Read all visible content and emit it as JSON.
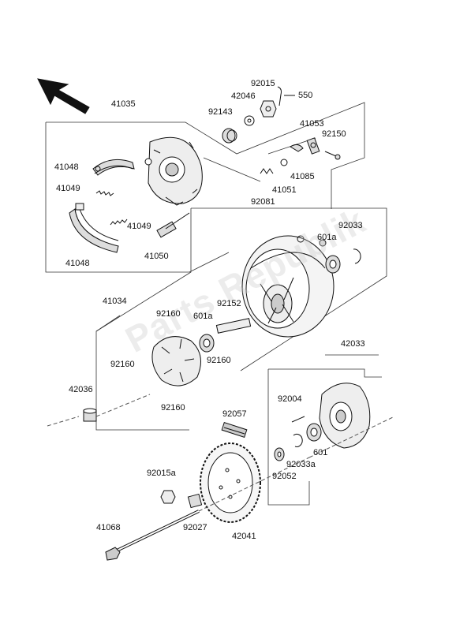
{
  "watermark": "Parts Republik",
  "labels": [
    {
      "id": "41035",
      "text": "41035"
    },
    {
      "id": "92015",
      "text": "92015"
    },
    {
      "id": "550",
      "text": "550"
    },
    {
      "id": "42046",
      "text": "42046"
    },
    {
      "id": "92143",
      "text": "92143"
    },
    {
      "id": "41053",
      "text": "41053"
    },
    {
      "id": "92150",
      "text": "92150"
    },
    {
      "id": "41048a",
      "text": "41048"
    },
    {
      "id": "41049a",
      "text": "41049"
    },
    {
      "id": "41049b",
      "text": "41049"
    },
    {
      "id": "41085",
      "text": "41085"
    },
    {
      "id": "41051",
      "text": "41051"
    },
    {
      "id": "92081",
      "text": "92081"
    },
    {
      "id": "41050",
      "text": "41050"
    },
    {
      "id": "41048b",
      "text": "41048"
    },
    {
      "id": "92033",
      "text": "92033"
    },
    {
      "id": "601a_top",
      "text": "601a"
    },
    {
      "id": "41034",
      "text": "41034"
    },
    {
      "id": "92160a",
      "text": "92160"
    },
    {
      "id": "601a_mid",
      "text": "601a"
    },
    {
      "id": "92152",
      "text": "92152"
    },
    {
      "id": "92160b",
      "text": "92160"
    },
    {
      "id": "92160c",
      "text": "92160"
    },
    {
      "id": "42036",
      "text": "42036"
    },
    {
      "id": "92160d",
      "text": "92160"
    },
    {
      "id": "42033",
      "text": "42033"
    },
    {
      "id": "92004",
      "text": "92004"
    },
    {
      "id": "92057",
      "text": "92057"
    },
    {
      "id": "601",
      "text": "601"
    },
    {
      "id": "92033a",
      "text": "92033a"
    },
    {
      "id": "92015a",
      "text": "92015a"
    },
    {
      "id": "92052",
      "text": "92052"
    },
    {
      "id": "41068",
      "text": "41068"
    },
    {
      "id": "92027",
      "text": "92027"
    },
    {
      "id": "42041",
      "text": "42041"
    }
  ]
}
